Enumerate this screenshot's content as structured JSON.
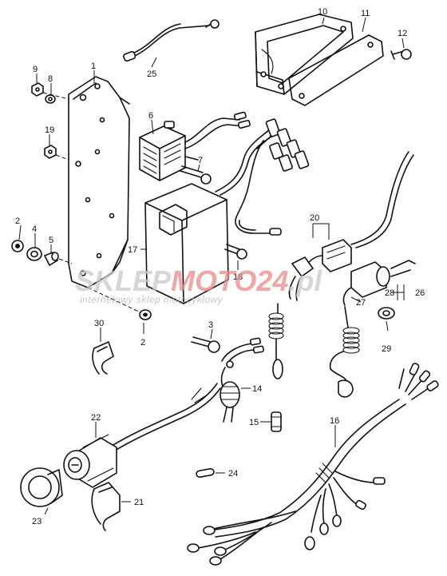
{
  "callouts": {
    "c1": "1",
    "c2a": "2",
    "c2b": "2",
    "c3": "3",
    "c4": "4",
    "c5": "5",
    "c6": "6",
    "c7": "7",
    "c8": "8",
    "c9": "9",
    "c10": "10",
    "c11": "11",
    "c12": "12",
    "c14": "14",
    "c15": "15",
    "c16": "16",
    "c17": "17",
    "c18": "18",
    "c19": "19",
    "c20": "20",
    "c21": "21",
    "c22": "22",
    "c23": "23",
    "c24": "24",
    "c25": "25",
    "c26": "26",
    "c27": "27",
    "c28": "28",
    "c29": "29",
    "c30": "30"
  },
  "watermark": {
    "brand_part1": "SKLEP",
    "brand_part2": "MOTO",
    "brand_part3": "24",
    "brand_part4": ".pl",
    "subtitle": "internetowy sklep motocyklowy"
  },
  "colors": {
    "line": "#111111",
    "watermark_gray": "#c9c9c9",
    "watermark_red": "#e98a8a"
  }
}
